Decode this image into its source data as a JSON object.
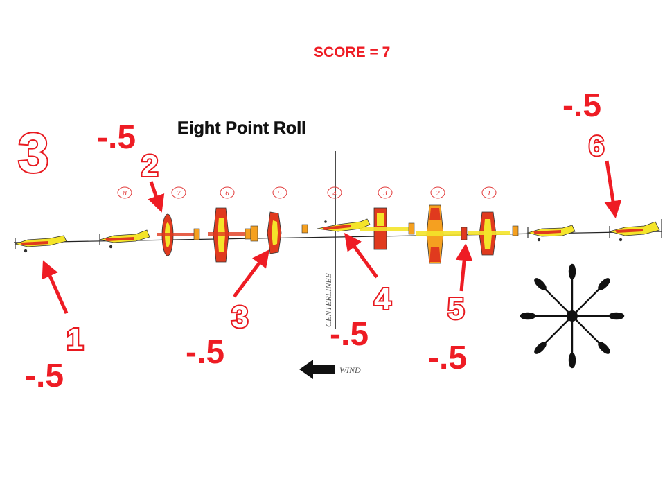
{
  "score_label": "SCORE = 7",
  "diagram": {
    "title": "Eight Point Roll",
    "centerline_label": "CENTERLINEE",
    "wind_label": "WIND",
    "positions": [
      "8",
      "7",
      "6",
      "5",
      "4",
      "3",
      "2",
      "1"
    ]
  },
  "grade": "3",
  "deductions": [
    {
      "number": "1",
      "value": "-.5"
    },
    {
      "number": "2",
      "value": "-.5"
    },
    {
      "number": "3",
      "value": "-.5"
    },
    {
      "number": "4",
      "value": "-.5"
    },
    {
      "number": "5",
      "value": "-.5"
    },
    {
      "number": "6",
      "value": "-.5"
    }
  ],
  "colors": {
    "annotation_red": "#ee1c24",
    "plane_yellow": "#f4e42a",
    "plane_red": "#e03a1e",
    "plane_orange": "#f5a020"
  },
  "icons": [
    "arrow-icon",
    "wind-arrow-icon",
    "roll-star-icon",
    "airplane-icon"
  ]
}
